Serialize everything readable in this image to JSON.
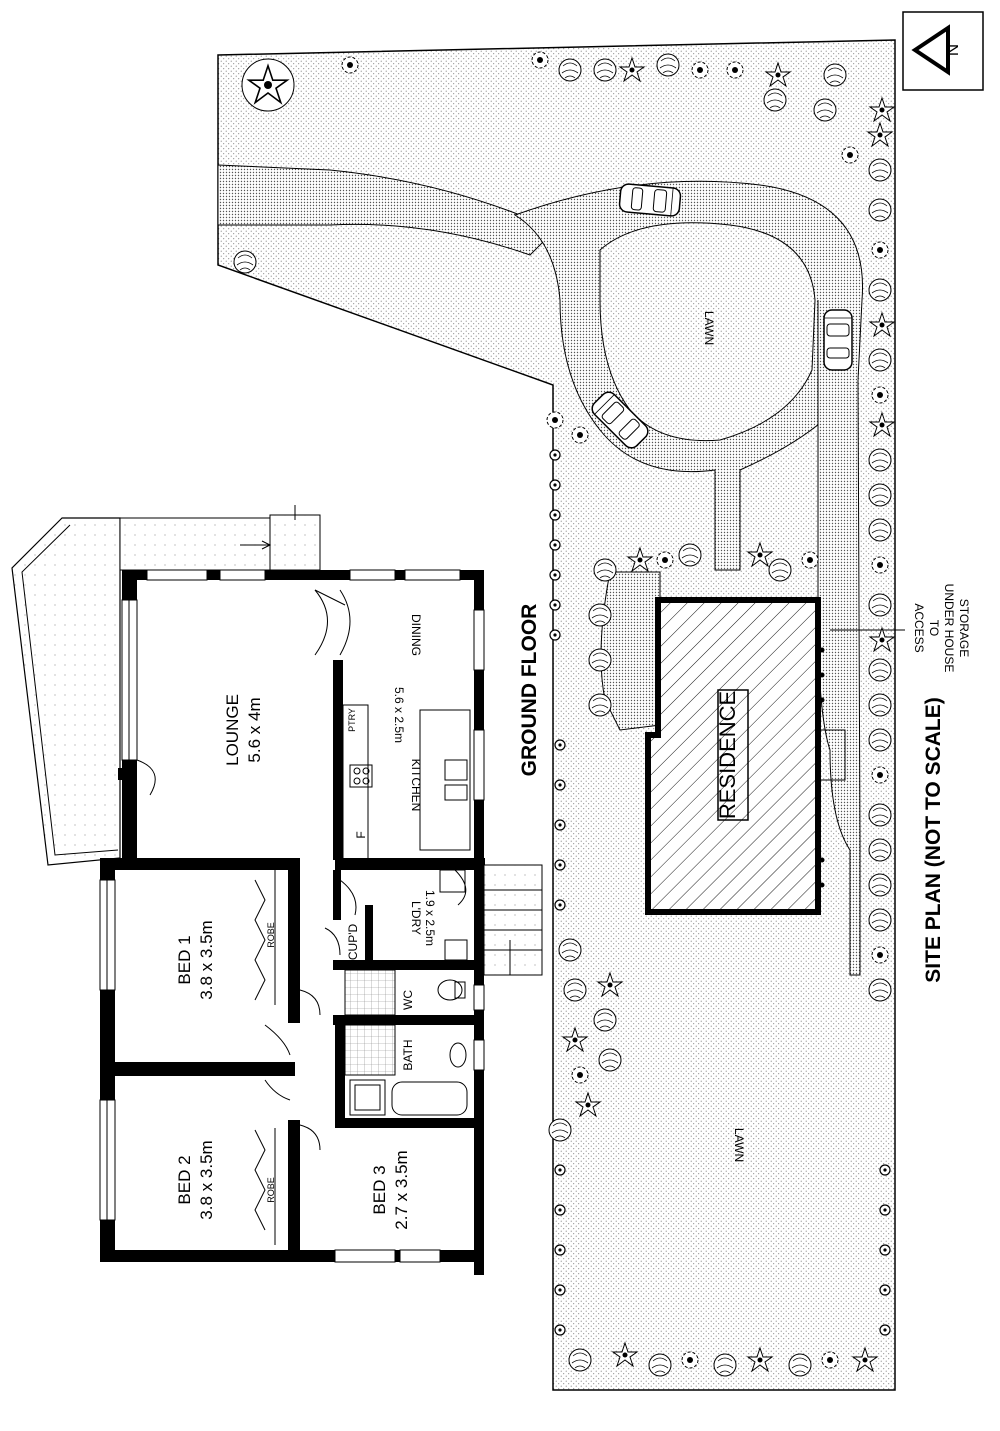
{
  "labels": {
    "ground_floor": "GROUND FLOOR",
    "site_plan": "SITE PLAN (NOT TO SCALE)",
    "residence": "RESIDENCE",
    "lawn_top": "LAWN",
    "lawn_bottom": "LAWN",
    "access_line1": "ACCESS",
    "access_line2": "TO",
    "access_line3": "UNDER HOUSE",
    "access_line4": "STORAGE",
    "north": "N"
  },
  "rooms": {
    "lounge": {
      "name": "LOUNGE",
      "size": "5.6 x 4m"
    },
    "dining": {
      "name": "DINING"
    },
    "kitchen": {
      "name": "KITCHEN",
      "size": "5.6 x 2.5m"
    },
    "pantry": {
      "name": "PTRY"
    },
    "fridge": {
      "name": "F"
    },
    "laundry": {
      "name": "L'DRY",
      "size": "1.9 x 2.5m"
    },
    "cupboard": {
      "name": "CUP'D"
    },
    "wc": {
      "name": "WC"
    },
    "bath": {
      "name": "BATH"
    },
    "bed1": {
      "name": "BED 1",
      "size": "3.8 x 3.5m",
      "robe": "ROBE"
    },
    "bed2": {
      "name": "BED 2",
      "size": "3.8 x 3.5m",
      "robe": "ROBE"
    },
    "bed3": {
      "name": "BED 3",
      "size": "2.7 x 3.5m"
    }
  }
}
